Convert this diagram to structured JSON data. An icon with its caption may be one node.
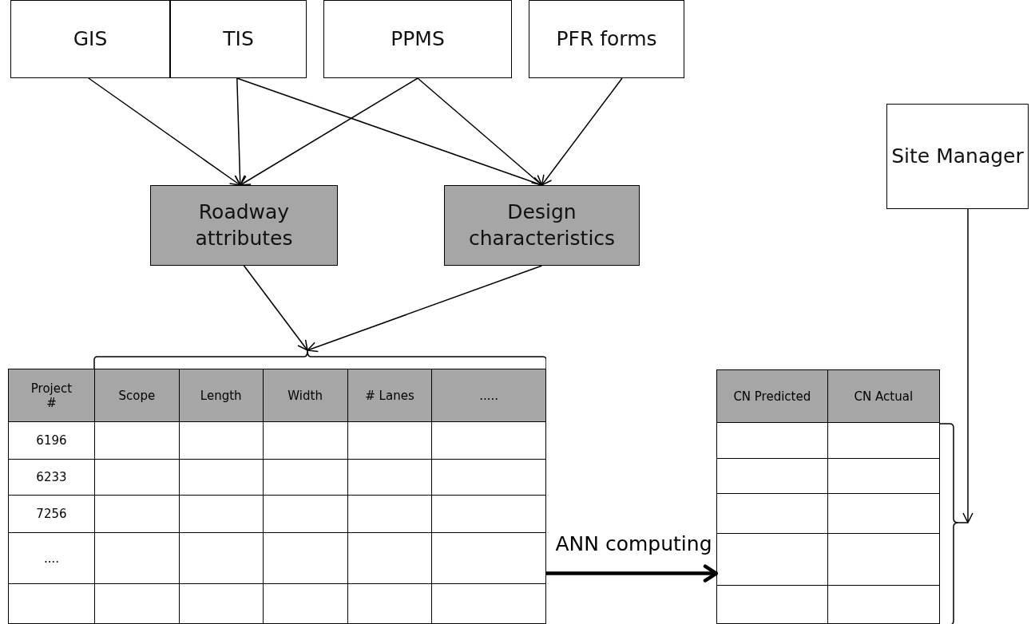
{
  "diagram": {
    "nodes": [
      {
        "text": [
          "GIS"
        ]
      },
      {
        "text": [
          "TIS"
        ]
      },
      {
        "text": [
          "PPMS"
        ]
      },
      {
        "text": [
          "PFR forms"
        ]
      },
      {
        "text": [
          "Site Manager"
        ]
      },
      {
        "text": [
          "Roadway attributes"
        ]
      },
      {
        "text": [
          "Design characteristics"
        ]
      },
      {
        "text": [],
        "shape": "table"
      },
      {
        "text": [],
        "shape": "table"
      }
    ],
    "edges": [
      {
        "from": 0,
        "to": 5,
        "arrow": "to"
      },
      {
        "from": 1,
        "to": 5,
        "arrow": "to"
      },
      {
        "from": 1,
        "to": 6,
        "arrow": "to"
      },
      {
        "from": 2,
        "to": 5,
        "arrow": "to"
      },
      {
        "from": 2,
        "to": 6,
        "arrow": "to"
      },
      {
        "from": 3,
        "to": 6,
        "arrow": "to"
      },
      {
        "from": 5,
        "to": 7,
        "arrow": "to"
      },
      {
        "from": 6,
        "to": 7,
        "arrow": "to"
      },
      {
        "from": 7,
        "to": 8,
        "arrow": "to",
        "label": "ANN computing",
        "style": "thick"
      },
      {
        "from": 4,
        "to": 8,
        "arrow": "to"
      }
    ],
    "labels": [
      "Project #",
      "Scope",
      "Length",
      "Width",
      "# Lanes",
      ".....",
      "6196",
      "6233",
      "7256",
      "....",
      "CN Predicted",
      "CN Actual"
    ]
  }
}
